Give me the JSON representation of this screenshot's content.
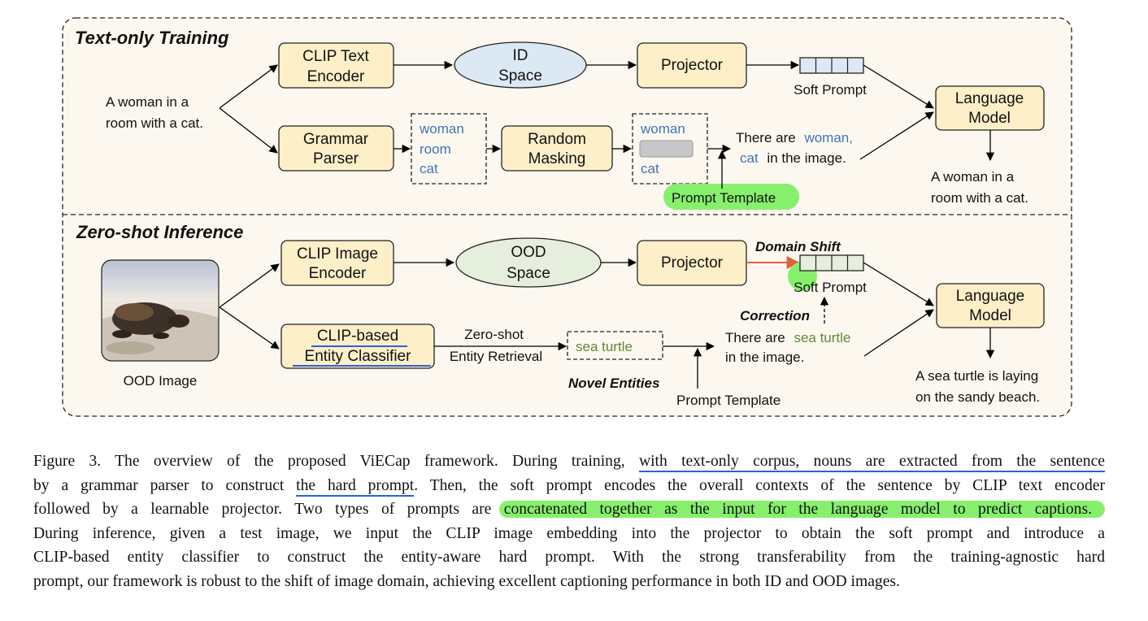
{
  "sections": {
    "training_title": "Text-only Training",
    "inference_title": "Zero-shot Inference"
  },
  "training": {
    "input_sentence": [
      "A woman in a",
      "room with a cat."
    ],
    "clip_text_encoder": [
      "CLIP Text",
      "Encoder"
    ],
    "id_space": [
      "ID",
      "Space"
    ],
    "projector": "Projector",
    "soft_prompt": "Soft Prompt",
    "language_model": [
      "Language",
      "Model"
    ],
    "grammar_parser": [
      "Grammar",
      "Parser"
    ],
    "entities": [
      "woman",
      "room",
      "cat"
    ],
    "random_masking": [
      "Random",
      "Masking"
    ],
    "masked_entities": [
      "woman",
      "cat"
    ],
    "hard_prompt_line1_prefix": "There are",
    "hard_prompt_line1_entity": "woman,",
    "hard_prompt_line2_entity": "cat",
    "hard_prompt_line2_suffix": "in the image.",
    "prompt_template": "Prompt Template",
    "output": [
      "A woman in a",
      "room with a cat."
    ]
  },
  "inference": {
    "image_label": "OOD Image",
    "clip_image_encoder": [
      "CLIP Image",
      "Encoder"
    ],
    "ood_space": [
      "OOD",
      "Space"
    ],
    "projector": "Projector",
    "domain_shift": "Domain Shift",
    "soft_prompt": "Soft Prompt",
    "correction": "Correction",
    "language_model": [
      "Language",
      "Model"
    ],
    "entity_classifier": [
      "CLIP-based",
      "Entity Classifier"
    ],
    "retrieval": [
      "Zero-shot",
      "Entity Retrieval"
    ],
    "novel_entity": "sea turtle",
    "novel_entities_label": "Novel Entities",
    "hard_prompt_line1_prefix": "There are",
    "hard_prompt_line1_entity": "sea turtle",
    "hard_prompt_line2": "in the image.",
    "prompt_template": "Prompt Template",
    "output": [
      "A sea turtle is laying",
      "on the sandy beach."
    ]
  },
  "caption": {
    "l1a": "Figure 3. The overview of the proposed ViECap framework. During training, ",
    "l1b": "with text-only corpus, nouns are extracted from the sentence",
    "l2a": "by a grammar parser to construct ",
    "l2b": "the hard prompt",
    "l2c": ". Then, the soft prompt encodes the overall contexts of the sentence by CLIP text encoder",
    "l3a": "followed by a learnable projector. Two types of prompts are ",
    "l3b": "concatenated together as the input for the language model to predict captions.",
    "l4": "During inference, given a test image, we input the CLIP image embedding into the projector to obtain the soft prompt and introduce a",
    "l5": "CLIP-based entity classifier to construct the entity-aware hard prompt.  With the strong transferability from the training-agnostic hard",
    "l6": "prompt, our framework is robust to the shift of image domain, achieving excellent captioning performance in both ID and OOD images."
  },
  "colors": {
    "box_fill": "#fdefc8",
    "panel_fill": "#fcf8f0",
    "id_space_fill": "#dde8f5",
    "ood_space_fill": "#e6efdd",
    "entity_blue": "#3f74b8",
    "novel_green": "#5e8a37",
    "highlight_green": "#86f06d",
    "underline_blue": "#2a62d8",
    "domain_shift_arrow": "#e0603a"
  }
}
